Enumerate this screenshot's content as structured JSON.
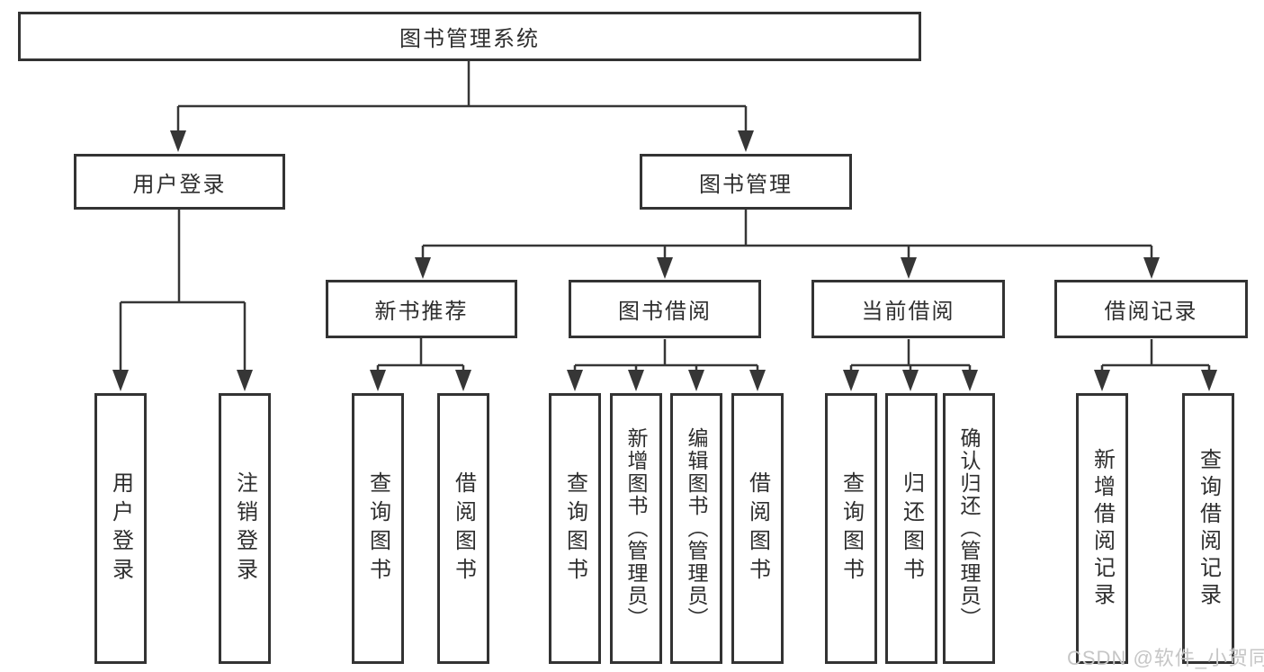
{
  "colors": {
    "line": "#363636",
    "border": "#333333",
    "text": "#2e2e2e",
    "watermark": "#c6c6c6",
    "background": "#ffffff"
  },
  "tree": {
    "root": "图书管理系统",
    "branches": [
      {
        "label": "用户登录",
        "children": [
          "用户登录",
          "注销登录"
        ]
      },
      {
        "label": "图书管理",
        "children": [
          {
            "label": "新书推荐",
            "children": [
              "查询图书",
              "借阅图书"
            ]
          },
          {
            "label": "图书借阅",
            "children": [
              "查询图书",
              "新增图书（管理员）",
              "编辑图书（管理员）",
              "借阅图书"
            ]
          },
          {
            "label": "当前借阅",
            "children": [
              "查询图书",
              "归还图书",
              "确认归还（管理员）"
            ]
          },
          {
            "label": "借阅记录",
            "children": [
              "新增借阅记录",
              "查询借阅记录"
            ]
          }
        ]
      }
    ]
  },
  "watermark": "CSDN @软件_小贺同学"
}
